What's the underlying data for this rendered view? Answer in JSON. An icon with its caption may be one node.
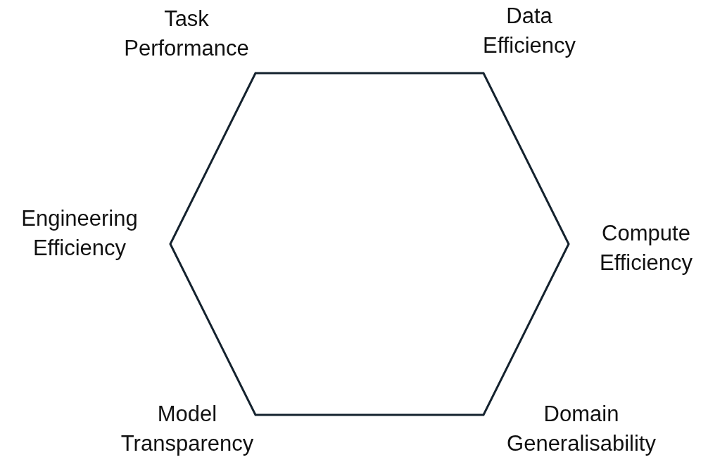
{
  "diagram": {
    "labels": [
      "Task Performance",
      "Data Efficiency",
      "Engineering Efficiency",
      "Compute Efficiency",
      "Model Transparency",
      "Domain Generalisability"
    ]
  }
}
